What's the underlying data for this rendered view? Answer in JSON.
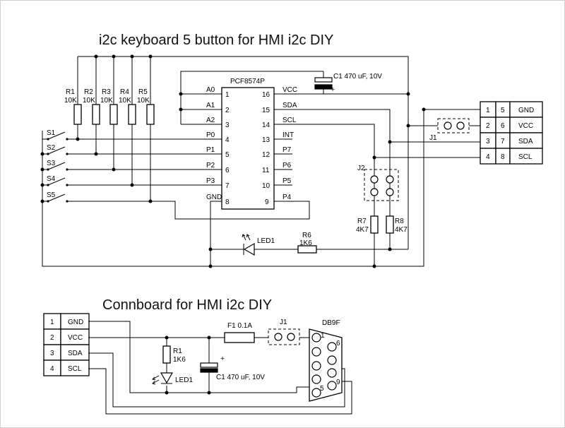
{
  "titles": {
    "top": "i2c keyboard 5 button for HMI i2c DIY",
    "bottom": "Connboard for HMI i2c DIY"
  },
  "chip": {
    "name": "PCF8574P",
    "left_pins": [
      {
        "n": "1",
        "l": "A0"
      },
      {
        "n": "2",
        "l": "A1"
      },
      {
        "n": "3",
        "l": "A2"
      },
      {
        "n": "4",
        "l": "P0"
      },
      {
        "n": "5",
        "l": "P1"
      },
      {
        "n": "6",
        "l": "P2"
      },
      {
        "n": "7",
        "l": "P3"
      },
      {
        "n": "8",
        "l": "GND"
      }
    ],
    "right_pins": [
      {
        "n": "16",
        "l": "VCC"
      },
      {
        "n": "15",
        "l": "SDA"
      },
      {
        "n": "14",
        "l": "SCL"
      },
      {
        "n": "13",
        "l": "INT"
      },
      {
        "n": "12",
        "l": "P7"
      },
      {
        "n": "11",
        "l": "P6"
      },
      {
        "n": "10",
        "l": "P5"
      },
      {
        "n": "9",
        "l": "P4"
      }
    ]
  },
  "resistors_pullup": [
    {
      "ref": "R1",
      "val": "10K"
    },
    {
      "ref": "R2",
      "val": "10K"
    },
    {
      "ref": "R3",
      "val": "10K"
    },
    {
      "ref": "R4",
      "val": "10K"
    },
    {
      "ref": "R5",
      "val": "10K"
    }
  ],
  "switches": [
    "S1",
    "S2",
    "S3",
    "S4",
    "S5"
  ],
  "top": {
    "c1": "C1 470 uF, 10V",
    "c1_plus": "+",
    "j1": "J1",
    "j2": "J2",
    "r7": {
      "ref": "R7",
      "val": "4K7"
    },
    "r8": {
      "ref": "R8",
      "val": "4K7"
    },
    "led": "LED1",
    "r6": {
      "ref": "R6",
      "val": "1K6"
    },
    "connector": [
      {
        "a": "1",
        "b": "5",
        "name": "GND"
      },
      {
        "a": "2",
        "b": "6",
        "name": "VCC"
      },
      {
        "a": "3",
        "b": "7",
        "name": "SDA"
      },
      {
        "a": "4",
        "b": "8",
        "name": "SCL"
      }
    ]
  },
  "bottom": {
    "connector": [
      {
        "n": "1",
        "name": "GND"
      },
      {
        "n": "2",
        "name": "VCC"
      },
      {
        "n": "3",
        "name": "SDA"
      },
      {
        "n": "4",
        "name": "SCL"
      }
    ],
    "r1": {
      "ref": "R1",
      "val": "1K6"
    },
    "led": "LED1",
    "c1": "C1 470 uF, 10V",
    "c1_plus": "+",
    "fuse": "F1 0.1A",
    "j1": "J1",
    "db9": "DB9F",
    "db9_pins": {
      "p1": "1",
      "p6": "6",
      "p5": "5",
      "p9": "9"
    }
  }
}
